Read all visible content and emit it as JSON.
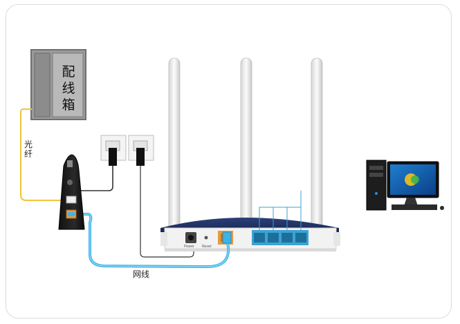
{
  "diagram": {
    "distribution_box": {
      "label_chars": [
        "配",
        "线",
        "箱"
      ]
    },
    "fiber_label_chars": [
      "光",
      "纤"
    ],
    "ethernet_label": "网线",
    "router_port_labels": {
      "power": "Power",
      "reset": "Reset"
    },
    "colors": {
      "fiber_cable": "#f2c23a",
      "ethernet_cable": "#3fb3e6",
      "phone_cable": "#333333",
      "router_body": "#1f2f5e",
      "lan_ports": "#3aa3d4",
      "wan_port": "#e89a3c",
      "distribution_box": "#9a9a9a"
    },
    "icons": [
      "distribution-box-icon",
      "optical-modem-icon",
      "wall-socket-icon",
      "wireless-router-icon",
      "desktop-computer-icon"
    ]
  }
}
